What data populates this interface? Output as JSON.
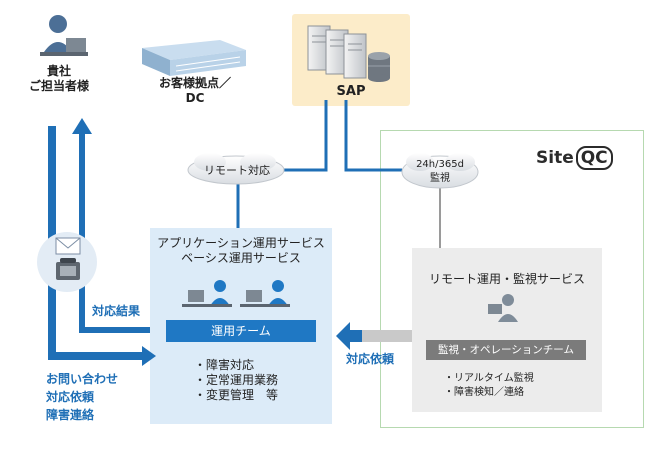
{
  "client": {
    "line1": "貴社",
    "line2": "ご担当者様"
  },
  "customer_site": {
    "line1": "お客様拠点／",
    "line2": "DC"
  },
  "sap": {
    "label": "SAP"
  },
  "cloud_remote": {
    "label": "リモート対応"
  },
  "cloud_monitor": {
    "line1": "24h/365d",
    "line2": "監視"
  },
  "logo": {
    "text_prefix": "Site",
    "text_suffix": "QC"
  },
  "ops_service": {
    "title1": "アプリケーション運用サービス",
    "title2": "ベーシス運用サービス",
    "team": "運用チーム",
    "items": [
      "・障害対応",
      "・定常運用業務",
      "・変更管理　等"
    ]
  },
  "remote_service": {
    "title": "リモート運用・監視サービス",
    "team": "監視・オペレーションチーム",
    "items": [
      "・リアルタイム監視",
      "・障害検知／連絡"
    ]
  },
  "arrows": {
    "result": "対応結果",
    "request": "対応依頼",
    "inquiry": [
      "お問い合わせ",
      "対応依頼",
      "障害連絡"
    ]
  },
  "colors": {
    "blue": "#1f78c4",
    "light_blue": "#dcebf8",
    "gray": "#7b7b7b",
    "sap_bg": "#fcecc9",
    "green_border": "#b6d9b0"
  },
  "icons": [
    "person-pc-icon",
    "building-icon",
    "server-icon",
    "database-icon",
    "envelope-icon",
    "phone-icon",
    "cloud-icon",
    "operator-icon"
  ]
}
